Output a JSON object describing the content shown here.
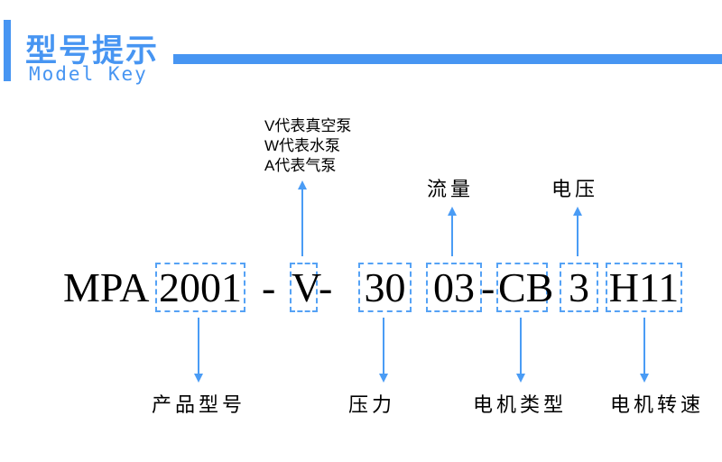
{
  "header": {
    "title": "型号提示",
    "subtitle": "Model Key"
  },
  "model": {
    "prefix": "MPA",
    "separator": "-",
    "full_string": "MPA 2001 -V- 30 03-CB 3 H11",
    "segments": {
      "series": "2001",
      "pump_type": "V",
      "pressure": "30",
      "flow": "03",
      "motor_type": "CB",
      "voltage": "3",
      "motor_speed": "H11"
    }
  },
  "annotations": {
    "pump_type_legend": [
      "V代表真空泵",
      "W代表水泵",
      "A代表气泵"
    ],
    "flow": "流量",
    "voltage": "电压",
    "series": "产品型号",
    "pressure": "压力",
    "motor_type": "电机类型",
    "motor_speed": "电机转速"
  },
  "colors": {
    "accent_blue": "#4795f2",
    "box_dash_blue": "#55a2f5",
    "arrow_blue": "#4a9cf5",
    "text_black": "#000000"
  }
}
